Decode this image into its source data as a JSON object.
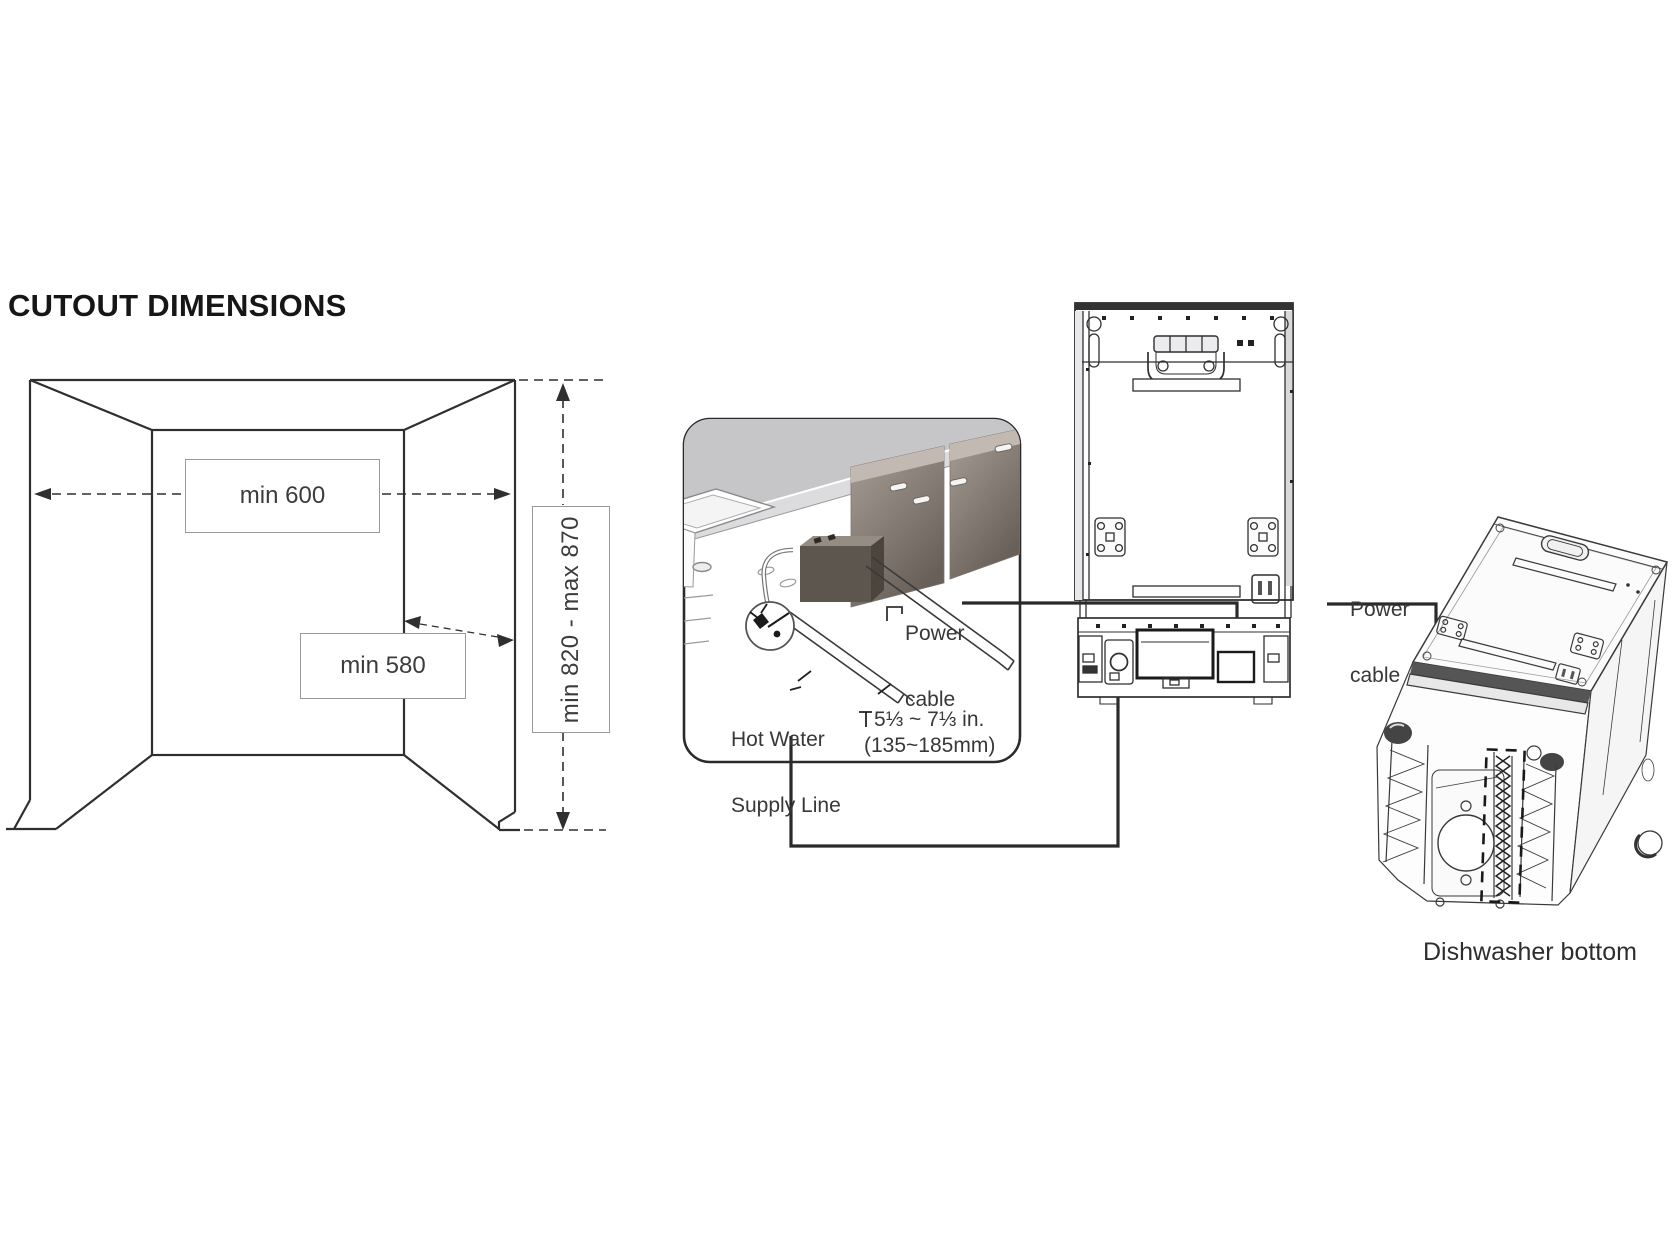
{
  "cutout": {
    "title": "CUTOUT DIMENSIONS",
    "width_label": "min 600",
    "depth_label": "min 580",
    "height_label": "min 820 - max 870"
  },
  "hookup": {
    "power_line1": "Power",
    "power_line2": "cable",
    "hot_water_line1": "Hot Water",
    "hot_water_line2": "Supply Line",
    "distance_in": "5⅓ ~ 7⅓ in.",
    "distance_mm": "(135~185mm)"
  },
  "bottom_view": {
    "power_line1": "Power",
    "power_line2": "cable",
    "caption": "Dishwasher bottom"
  },
  "colors": {
    "line": "#2f2f2f",
    "leader": "#2a2a2a",
    "countertop": "#c6c6c9",
    "counter_front": "#dcdcdf",
    "cabinet_dark": "#685f58",
    "cabinet_light": "#a89f97",
    "cavity_side": "#5d564e",
    "background": "#ffffff"
  }
}
